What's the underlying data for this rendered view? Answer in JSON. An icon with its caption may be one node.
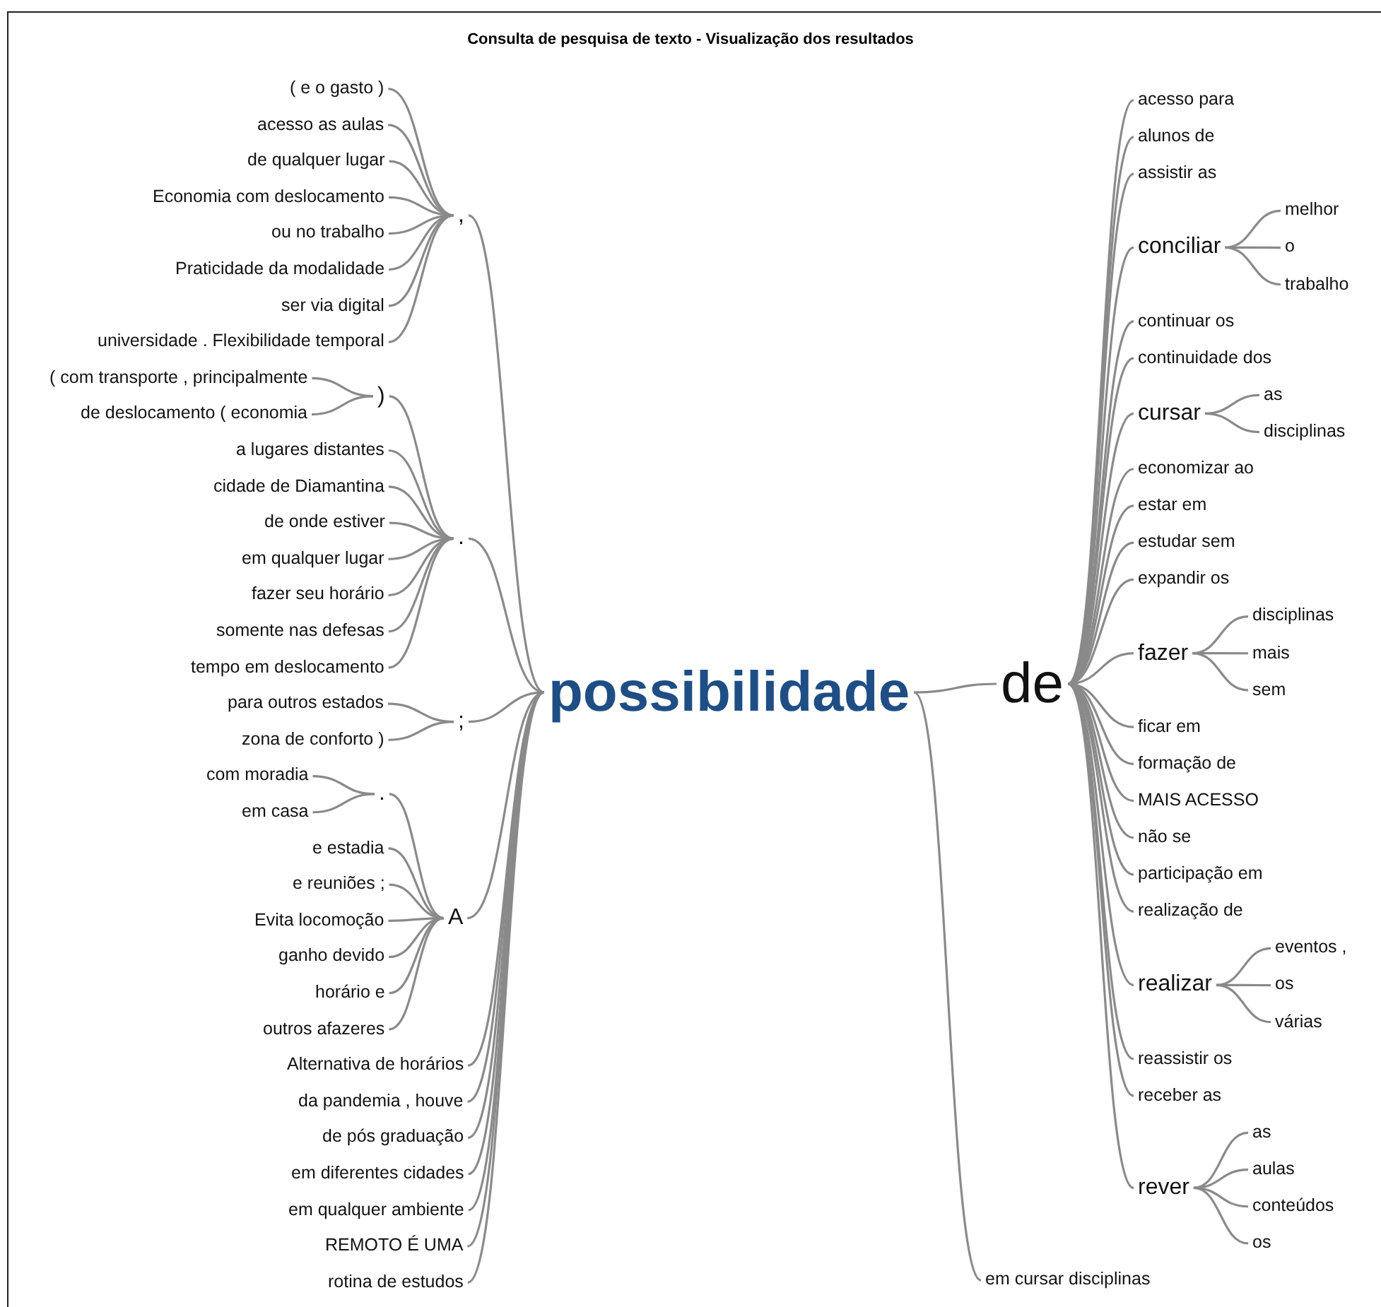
{
  "diagram": {
    "title": "Consulta de pesquisa de texto - Visualização dos resultados",
    "nodes": [
      {
        "text": [
          "possibilidade"
        ]
      },
      {
        "text": [
          ","
        ]
      },
      {
        "text": [
          "( e o gasto )"
        ]
      },
      {
        "text": [
          "acesso as aulas"
        ]
      },
      {
        "text": [
          "de qualquer lugar"
        ]
      },
      {
        "text": [
          "Economia com deslocamento"
        ]
      },
      {
        "text": [
          "ou no trabalho"
        ]
      },
      {
        "text": [
          "Praticidade da modalidade"
        ]
      },
      {
        "text": [
          "ser via digital"
        ]
      },
      {
        "text": [
          "universidade . Flexibilidade temporal"
        ]
      },
      {
        "text": [
          "."
        ]
      },
      {
        "text": [
          ")"
        ]
      },
      {
        "text": [
          "( com transporte , principalmente"
        ]
      },
      {
        "text": [
          "de deslocamento ( economia"
        ]
      },
      {
        "text": [
          "a lugares distantes"
        ]
      },
      {
        "text": [
          "cidade de Diamantina"
        ]
      },
      {
        "text": [
          "de onde estiver"
        ]
      },
      {
        "text": [
          "em qualquer lugar"
        ]
      },
      {
        "text": [
          "fazer seu horário"
        ]
      },
      {
        "text": [
          "somente nas defesas"
        ]
      },
      {
        "text": [
          "tempo em deslocamento"
        ]
      },
      {
        "text": [
          ";"
        ]
      },
      {
        "text": [
          "para outros estados"
        ]
      },
      {
        "text": [
          "zona de conforto )"
        ]
      },
      {
        "text": [
          "A"
        ]
      },
      {
        "text": [
          "."
        ]
      },
      {
        "text": [
          "com moradia"
        ]
      },
      {
        "text": [
          "em casa"
        ]
      },
      {
        "text": [
          "e estadia"
        ]
      },
      {
        "text": [
          "e reuniões ;"
        ]
      },
      {
        "text": [
          "Evita locomoção"
        ]
      },
      {
        "text": [
          "ganho devido"
        ]
      },
      {
        "text": [
          "horário e"
        ]
      },
      {
        "text": [
          "outros afazeres"
        ]
      },
      {
        "text": [
          "Alternativa de horários"
        ]
      },
      {
        "text": [
          "da pandemia , houve"
        ]
      },
      {
        "text": [
          "de pós graduação"
        ]
      },
      {
        "text": [
          "em diferentes cidades"
        ]
      },
      {
        "text": [
          "em qualquer ambiente"
        ]
      },
      {
        "text": [
          "REMOTO É UMA"
        ]
      },
      {
        "text": [
          "rotina de estudos"
        ]
      },
      {
        "text": [
          "de"
        ]
      },
      {
        "text": [
          "acesso para"
        ]
      },
      {
        "text": [
          "alunos de"
        ]
      },
      {
        "text": [
          "assistir as"
        ]
      },
      {
        "text": [
          "conciliar"
        ]
      },
      {
        "text": [
          "melhor"
        ]
      },
      {
        "text": [
          "o"
        ]
      },
      {
        "text": [
          "trabalho"
        ]
      },
      {
        "text": [
          "continuar os"
        ]
      },
      {
        "text": [
          "continuidade dos"
        ]
      },
      {
        "text": [
          "cursar"
        ]
      },
      {
        "text": [
          "as"
        ]
      },
      {
        "text": [
          "disciplinas"
        ]
      },
      {
        "text": [
          "economizar ao"
        ]
      },
      {
        "text": [
          "estar em"
        ]
      },
      {
        "text": [
          "estudar sem"
        ]
      },
      {
        "text": [
          "expandir os"
        ]
      },
      {
        "text": [
          "fazer"
        ]
      },
      {
        "text": [
          "disciplinas"
        ]
      },
      {
        "text": [
          "mais"
        ]
      },
      {
        "text": [
          "sem"
        ]
      },
      {
        "text": [
          "ficar em"
        ]
      },
      {
        "text": [
          "formação de"
        ]
      },
      {
        "text": [
          "MAIS ACESSO"
        ]
      },
      {
        "text": [
          "não se"
        ]
      },
      {
        "text": [
          "participação em"
        ]
      },
      {
        "text": [
          "realização de"
        ]
      },
      {
        "text": [
          "realizar"
        ]
      },
      {
        "text": [
          "eventos ,"
        ]
      },
      {
        "text": [
          "os"
        ]
      },
      {
        "text": [
          "várias"
        ]
      },
      {
        "text": [
          "reassistir os"
        ]
      },
      {
        "text": [
          "receber as"
        ]
      },
      {
        "text": [
          "rever"
        ]
      },
      {
        "text": [
          "as"
        ]
      },
      {
        "text": [
          "aulas"
        ]
      },
      {
        "text": [
          "conteúdos"
        ]
      },
      {
        "text": [
          "os"
        ]
      },
      {
        "text": [
          "em cursar disciplinas"
        ]
      }
    ],
    "edges": [
      {
        "from": 0,
        "to": 1,
        "arrow": "none"
      },
      {
        "from": 1,
        "to": 2,
        "arrow": "none"
      },
      {
        "from": 1,
        "to": 3,
        "arrow": "none"
      },
      {
        "from": 1,
        "to": 4,
        "arrow": "none"
      },
      {
        "from": 1,
        "to": 5,
        "arrow": "none"
      },
      {
        "from": 1,
        "to": 6,
        "arrow": "none"
      },
      {
        "from": 1,
        "to": 7,
        "arrow": "none"
      },
      {
        "from": 1,
        "to": 8,
        "arrow": "none"
      },
      {
        "from": 1,
        "to": 9,
        "arrow": "none"
      },
      {
        "from": 0,
        "to": 10,
        "arrow": "none"
      },
      {
        "from": 10,
        "to": 11,
        "arrow": "none"
      },
      {
        "from": 11,
        "to": 12,
        "arrow": "none"
      },
      {
        "from": 11,
        "to": 13,
        "arrow": "none"
      },
      {
        "from": 10,
        "to": 14,
        "arrow": "none"
      },
      {
        "from": 10,
        "to": 15,
        "arrow": "none"
      },
      {
        "from": 10,
        "to": 16,
        "arrow": "none"
      },
      {
        "from": 10,
        "to": 17,
        "arrow": "none"
      },
      {
        "from": 10,
        "to": 18,
        "arrow": "none"
      },
      {
        "from": 10,
        "to": 19,
        "arrow": "none"
      },
      {
        "from": 10,
        "to": 20,
        "arrow": "none"
      },
      {
        "from": 0,
        "to": 21,
        "arrow": "none"
      },
      {
        "from": 21,
        "to": 22,
        "arrow": "none"
      },
      {
        "from": 21,
        "to": 23,
        "arrow": "none"
      },
      {
        "from": 0,
        "to": 24,
        "arrow": "none"
      },
      {
        "from": 24,
        "to": 25,
        "arrow": "none"
      },
      {
        "from": 25,
        "to": 26,
        "arrow": "none"
      },
      {
        "from": 25,
        "to": 27,
        "arrow": "none"
      },
      {
        "from": 24,
        "to": 28,
        "arrow": "none"
      },
      {
        "from": 24,
        "to": 29,
        "arrow": "none"
      },
      {
        "from": 24,
        "to": 30,
        "arrow": "none"
      },
      {
        "from": 24,
        "to": 31,
        "arrow": "none"
      },
      {
        "from": 24,
        "to": 32,
        "arrow": "none"
      },
      {
        "from": 24,
        "to": 33,
        "arrow": "none"
      },
      {
        "from": 0,
        "to": 34,
        "arrow": "none"
      },
      {
        "from": 0,
        "to": 35,
        "arrow": "none"
      },
      {
        "from": 0,
        "to": 36,
        "arrow": "none"
      },
      {
        "from": 0,
        "to": 37,
        "arrow": "none"
      },
      {
        "from": 0,
        "to": 38,
        "arrow": "none"
      },
      {
        "from": 0,
        "to": 39,
        "arrow": "none"
      },
      {
        "from": 0,
        "to": 40,
        "arrow": "none"
      },
      {
        "from": 0,
        "to": 41,
        "arrow": "none"
      },
      {
        "from": 41,
        "to": 42,
        "arrow": "none"
      },
      {
        "from": 41,
        "to": 43,
        "arrow": "none"
      },
      {
        "from": 41,
        "to": 44,
        "arrow": "none"
      },
      {
        "from": 41,
        "to": 45,
        "arrow": "none"
      },
      {
        "from": 45,
        "to": 46,
        "arrow": "none"
      },
      {
        "from": 45,
        "to": 47,
        "arrow": "none"
      },
      {
        "from": 45,
        "to": 48,
        "arrow": "none"
      },
      {
        "from": 41,
        "to": 49,
        "arrow": "none"
      },
      {
        "from": 41,
        "to": 50,
        "arrow": "none"
      },
      {
        "from": 41,
        "to": 51,
        "arrow": "none"
      },
      {
        "from": 51,
        "to": 52,
        "arrow": "none"
      },
      {
        "from": 51,
        "to": 53,
        "arrow": "none"
      },
      {
        "from": 41,
        "to": 54,
        "arrow": "none"
      },
      {
        "from": 41,
        "to": 55,
        "arrow": "none"
      },
      {
        "from": 41,
        "to": 56,
        "arrow": "none"
      },
      {
        "from": 41,
        "to": 57,
        "arrow": "none"
      },
      {
        "from": 41,
        "to": 58,
        "arrow": "none"
      },
      {
        "from": 58,
        "to": 59,
        "arrow": "none"
      },
      {
        "from": 58,
        "to": 60,
        "arrow": "none"
      },
      {
        "from": 58,
        "to": 61,
        "arrow": "none"
      },
      {
        "from": 41,
        "to": 62,
        "arrow": "none"
      },
      {
        "from": 41,
        "to": 63,
        "arrow": "none"
      },
      {
        "from": 41,
        "to": 64,
        "arrow": "none"
      },
      {
        "from": 41,
        "to": 65,
        "arrow": "none"
      },
      {
        "from": 41,
        "to": 66,
        "arrow": "none"
      },
      {
        "from": 41,
        "to": 67,
        "arrow": "none"
      },
      {
        "from": 41,
        "to": 68,
        "arrow": "none"
      },
      {
        "from": 68,
        "to": 69,
        "arrow": "none"
      },
      {
        "from": 68,
        "to": 70,
        "arrow": "none"
      },
      {
        "from": 68,
        "to": 71,
        "arrow": "none"
      },
      {
        "from": 41,
        "to": 72,
        "arrow": "none"
      },
      {
        "from": 41,
        "to": 73,
        "arrow": "none"
      },
      {
        "from": 41,
        "to": 74,
        "arrow": "none"
      },
      {
        "from": 74,
        "to": 75,
        "arrow": "none"
      },
      {
        "from": 74,
        "to": 76,
        "arrow": "none"
      },
      {
        "from": 74,
        "to": 77,
        "arrow": "none"
      },
      {
        "from": 74,
        "to": 78,
        "arrow": "none"
      },
      {
        "from": 0,
        "to": 79,
        "arrow": "none"
      }
    ]
  }
}
